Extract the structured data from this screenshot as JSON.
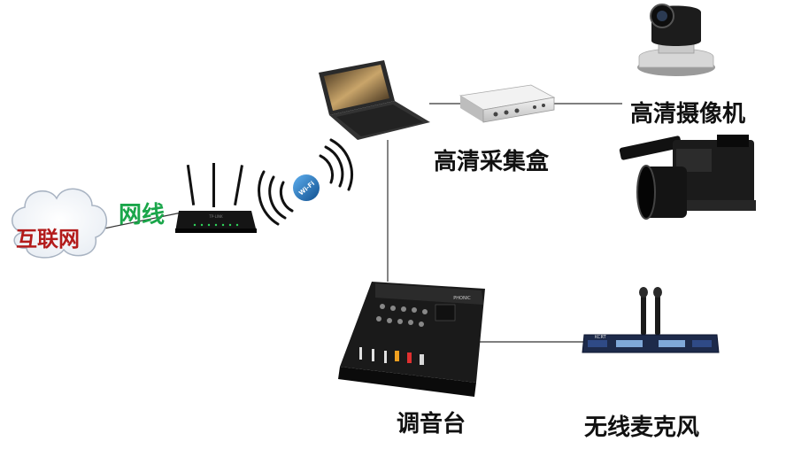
{
  "labels": {
    "internet": "互联网",
    "cable": "网线",
    "capture_box": "高清采集盒",
    "hd_camera": "高清摄像机",
    "mixer": "调音台",
    "wireless_mic": "无线麦克风"
  },
  "router_brand": "TP-LINK",
  "wifi_text": "Wi-Fi",
  "mixer_brand": "PHONIC",
  "mic_receiver_brand": "KCRT",
  "colors": {
    "internet_text": "#b31b1b",
    "cable_text": "#1aa64a",
    "wifi_blue": "#1f6fb5"
  }
}
